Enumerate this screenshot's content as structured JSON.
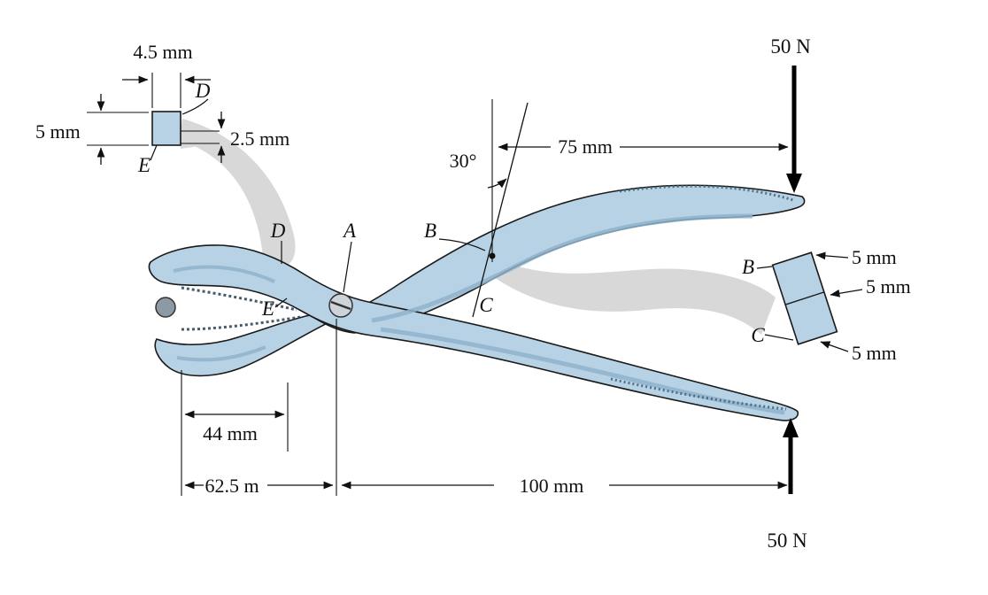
{
  "figure": {
    "name": "Pliers force and cross-section diagram",
    "background": "#ffffff"
  },
  "forces": {
    "top_label": "50 N",
    "bottom_label": "50 N"
  },
  "dims": {
    "jaw_width": "4.5 mm",
    "jaw_height": "5 mm",
    "jaw_depth": "2.5 mm",
    "handle_75": "75 mm",
    "section_angle": "30°",
    "jaw_44": "44 mm",
    "span_625": "62.5 m",
    "span_100": "100 mm",
    "sec_top": "5 mm",
    "sec_mid": "5 mm",
    "sec_bottom": "5 mm"
  },
  "points": {
    "inset_D": "D",
    "inset_E": "E",
    "D": "D",
    "A": "A",
    "B": "B",
    "C": "C",
    "E": "E",
    "section_B": "B",
    "section_C": "C"
  },
  "colors": {
    "metal_fill": "#b7d2e5",
    "metal_shade": "#8fb3cb",
    "pivot_fill": "#ccd4d9",
    "rod_fill": "#8d9aa3",
    "callout": "#d8d8d8",
    "outline": "#1a1a1a"
  }
}
